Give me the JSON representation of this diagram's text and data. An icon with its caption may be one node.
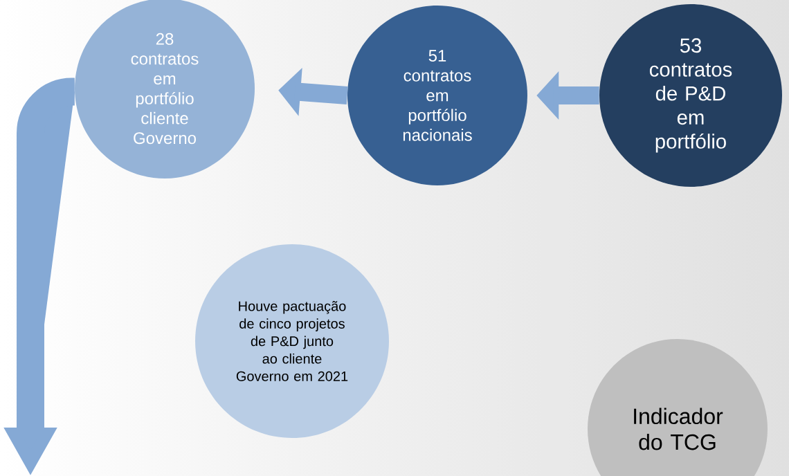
{
  "diagram": {
    "nodes": [
      {
        "text": [
          "28 contratos em portfólio cliente Governo"
        ]
      },
      {
        "text": [
          "51 contratos em portfólio nacionais"
        ]
      },
      {
        "text": [
          "53 contratos de P&D em portfólio"
        ]
      },
      {
        "text": [
          "Houve pactuação de cinco projetos de P&D junto ao cliente Governo em 2021"
        ]
      },
      {
        "text": [
          "Indicador do TCG"
        ]
      }
    ],
    "edges": [
      {
        "from": 2,
        "to": 1,
        "arrow": "to"
      },
      {
        "from": 1,
        "to": 0,
        "arrow": "to"
      },
      {
        "from": 0,
        "to": null,
        "arrow": "to"
      }
    ]
  }
}
